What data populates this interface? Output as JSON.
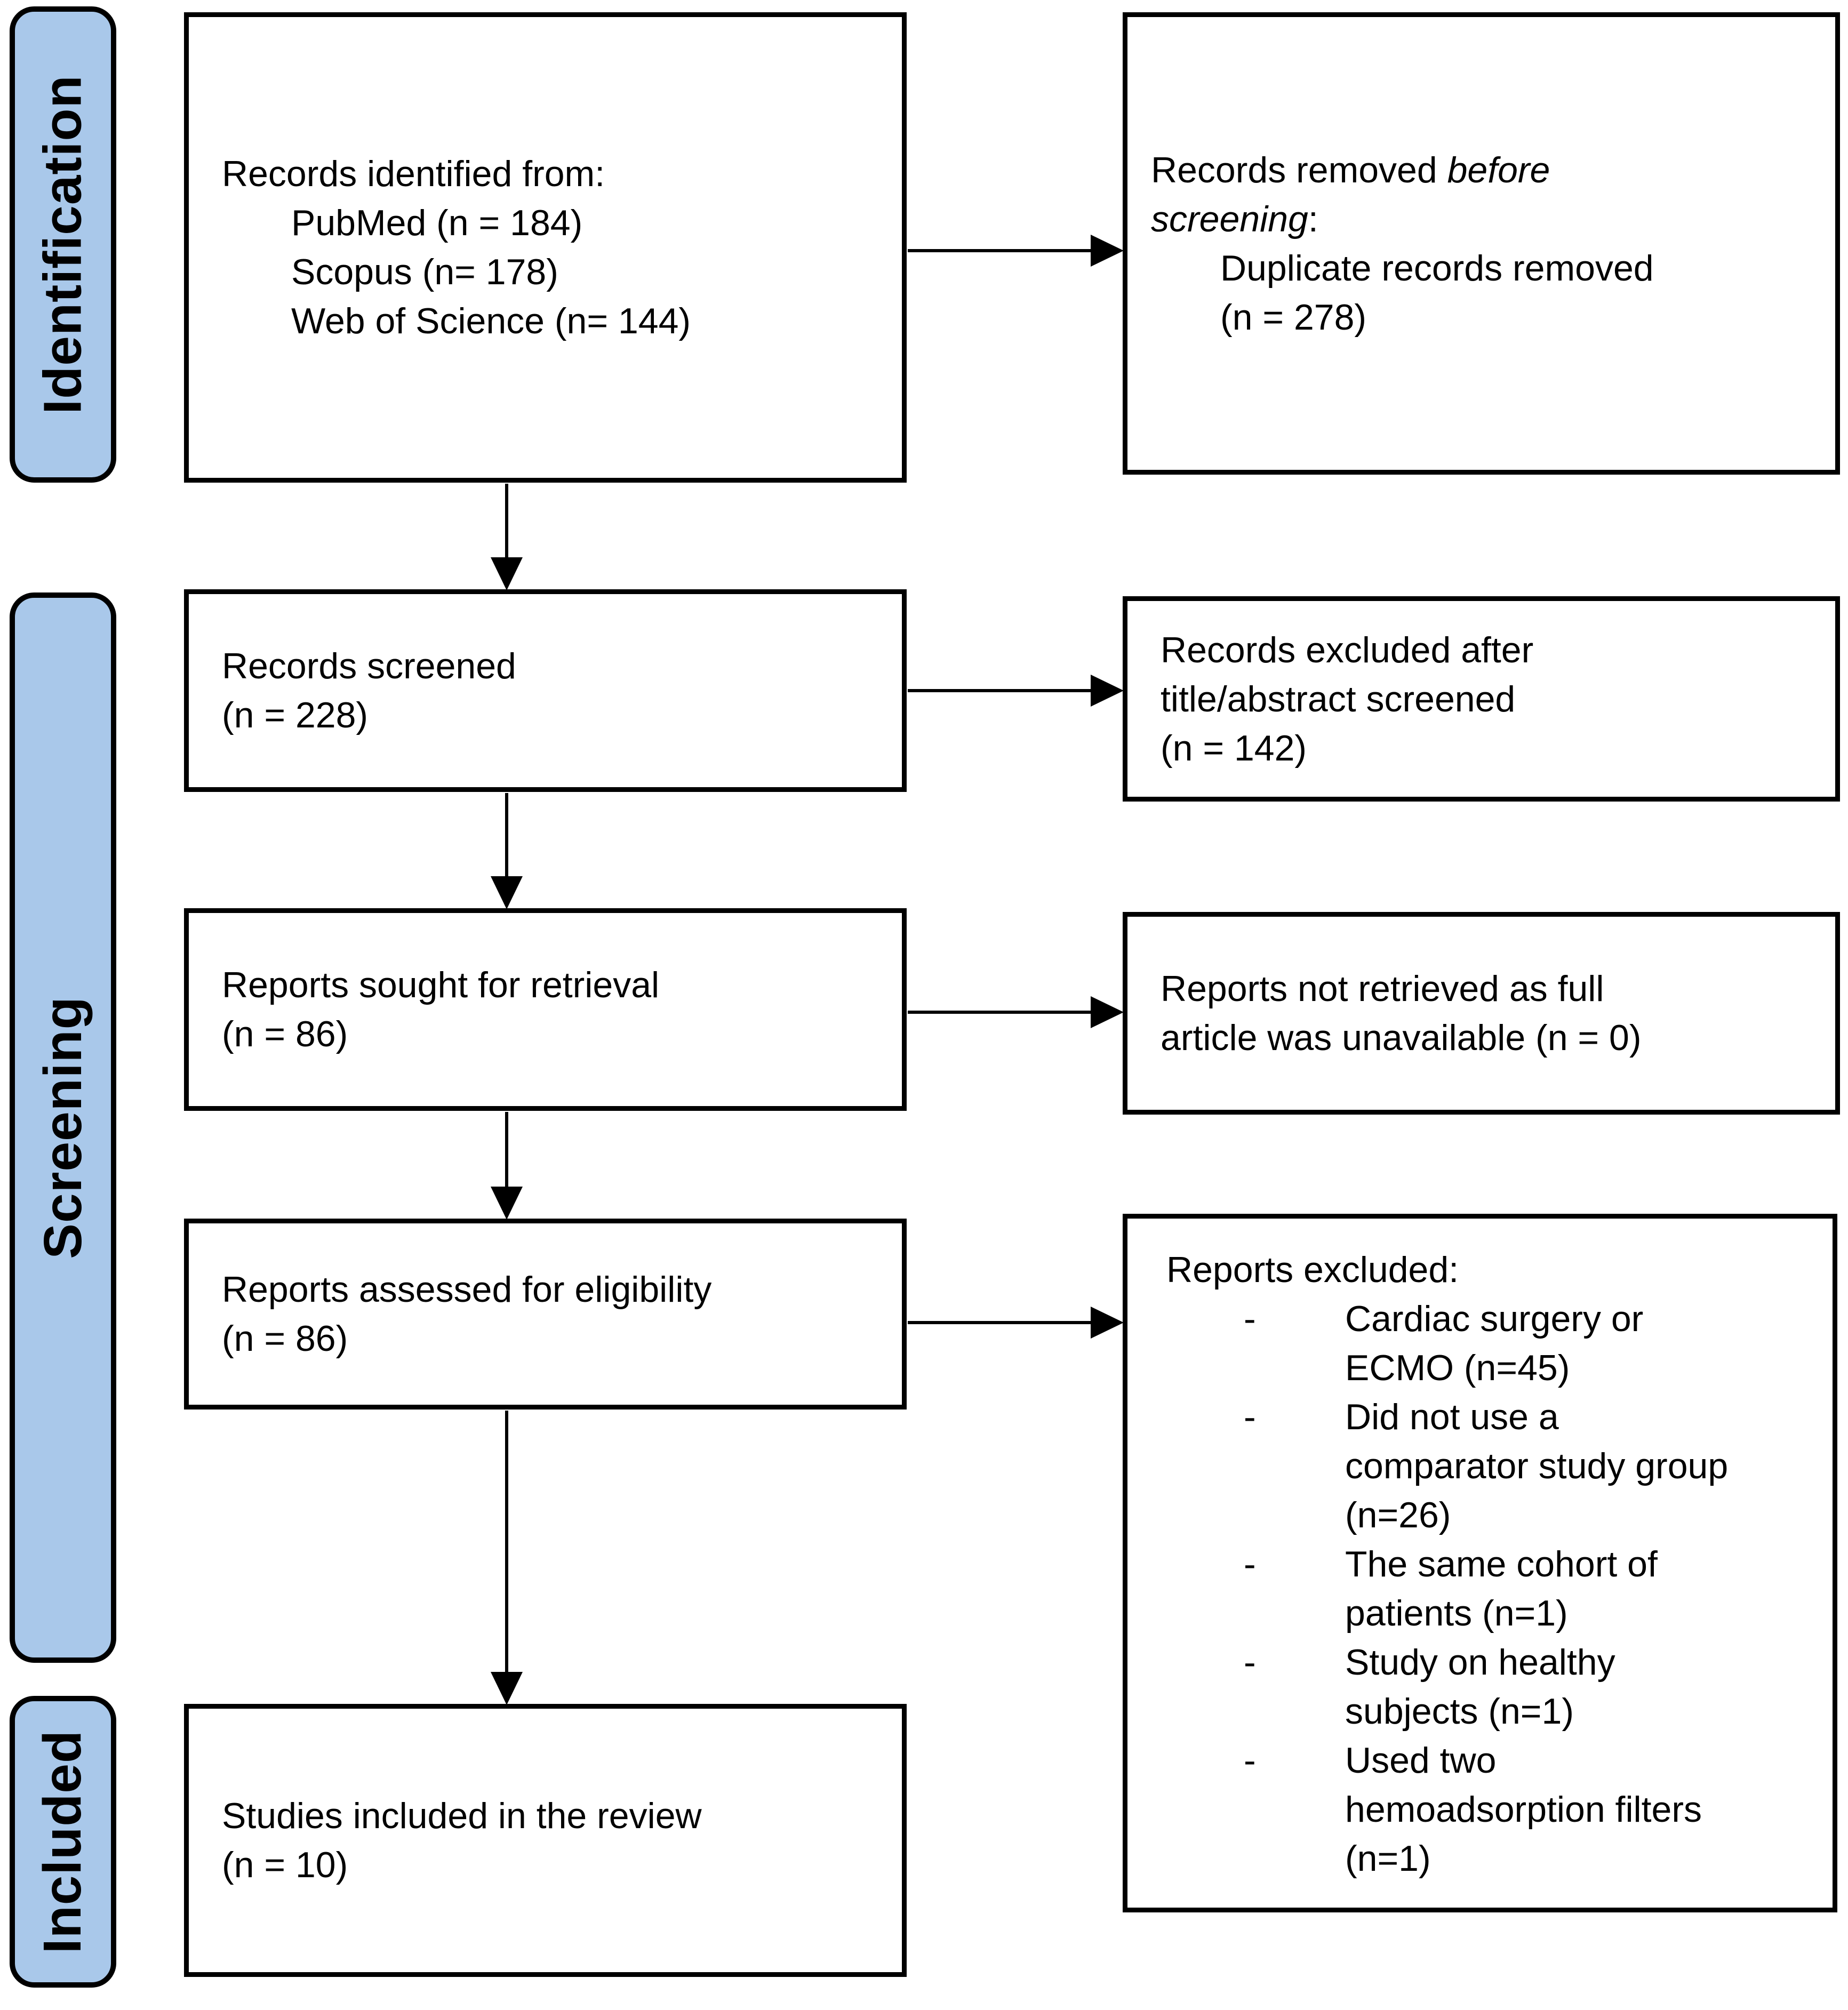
{
  "colors": {
    "stage_fill": "#A9C8EA",
    "outline": "#000000",
    "box_fill": "#FFFFFF"
  },
  "list_marker": "-",
  "stages": [
    {
      "id": "identification",
      "label": "Identification"
    },
    {
      "id": "screening",
      "label": "Screening"
    },
    {
      "id": "included",
      "label": "Included"
    }
  ],
  "boxes": {
    "records_identified": {
      "lines": [
        {
          "text": "Records identified from:"
        },
        {
          "text": "PubMed (n = 184)",
          "indent": 1
        },
        {
          "text": "Scopus (n= 178)",
          "indent": 1
        },
        {
          "text": "Web of Science (n= 144)",
          "indent": 1
        }
      ]
    },
    "records_removed": {
      "lines": [
        {
          "segments": [
            {
              "text": "Records removed "
            },
            {
              "text": "before",
              "italic": true
            }
          ]
        },
        {
          "segments": [
            {
              "text": "screening",
              "italic": true
            },
            {
              "text": ":"
            }
          ]
        },
        {
          "text": "Duplicate records removed",
          "indent": 1
        },
        {
          "text": "(n = 278)",
          "indent": 1
        }
      ]
    },
    "records_screened": {
      "lines": [
        {
          "text": "Records screened"
        },
        {
          "text": "(n = 228)"
        }
      ]
    },
    "records_excluded": {
      "lines": [
        {
          "text": "Records excluded after"
        },
        {
          "text": "title/abstract screened"
        },
        {
          "text": "(n = 142)"
        }
      ]
    },
    "reports_sought": {
      "lines": [
        {
          "text": "Reports sought for retrieval"
        },
        {
          "text": "(n = 86)"
        }
      ]
    },
    "reports_not_retrieved": {
      "lines": [
        {
          "text": "Reports not retrieved as full"
        },
        {
          "text": "article was unavailable (n = 0)"
        }
      ]
    },
    "reports_assessed": {
      "lines": [
        {
          "text": "Reports assessed for eligibility"
        },
        {
          "text": "(n = 86)"
        }
      ]
    },
    "reports_excluded": {
      "lines": [
        {
          "text": "Reports excluded:"
        },
        {
          "text": "Cardiac surgery or",
          "marker": true
        },
        {
          "text": "ECMO (n=45)",
          "cont": true
        },
        {
          "text": "Did not use a",
          "marker": true
        },
        {
          "text": "comparator study group",
          "cont": true
        },
        {
          "text": "(n=26)",
          "cont": true
        },
        {
          "text": "The same cohort of",
          "marker": true
        },
        {
          "text": "patients (n=1)",
          "cont": true
        },
        {
          "text": "Study on healthy",
          "marker": true
        },
        {
          "text": "subjects (n=1)",
          "cont": true
        },
        {
          "text": "Used two",
          "marker": true
        },
        {
          "text": "hemoadsorption filters",
          "cont": true
        },
        {
          "text": "(n=1)",
          "cont": true
        }
      ]
    },
    "studies_included": {
      "lines": [
        {
          "text": "Studies included in the review"
        },
        {
          "text": "(n = 10)"
        }
      ]
    }
  }
}
